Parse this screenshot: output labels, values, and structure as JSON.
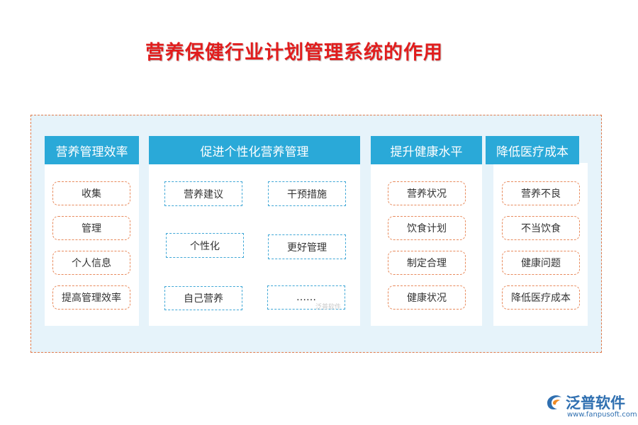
{
  "title": "营养保健行业计划管理系统的作用",
  "colors": {
    "title": "#e11d1d",
    "header_blue": "#2aa9d8",
    "frame_dash": "#e07a4a",
    "frame_bg": "#e6f3fa",
    "pill_dash": "#e88a5c",
    "box_dash": "#3fa7d6"
  },
  "columns": [
    {
      "header": "营养管理效率",
      "items": [
        "收集",
        "管理",
        "个人信息",
        "提高管理效率"
      ]
    },
    {
      "header": "促进个性化营养管理",
      "items": [
        "营养建议",
        "干预措施",
        "个性化",
        "更好管理",
        "自己营养",
        "……"
      ]
    },
    {
      "header": "提升健康水平",
      "items": [
        "营养状况",
        "饮食计划",
        "制定合理",
        "健康状况"
      ]
    },
    {
      "header": "降低医疗成本",
      "items": [
        "营养不良",
        "不当饮食",
        "健康问题",
        "降低医疗成本"
      ]
    }
  ],
  "watermark": "泛普软件",
  "logo": {
    "name": "泛普软件",
    "url": "www.fanpusoft.com",
    "icon": "fanpu-logo-icon"
  }
}
